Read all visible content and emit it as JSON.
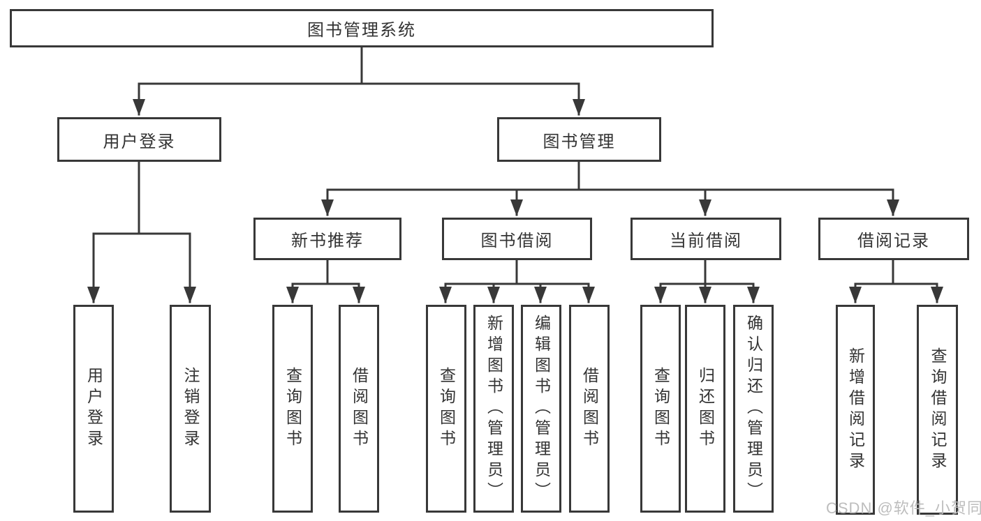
{
  "diagram": {
    "title_node": "图书管理系统",
    "tree": {
      "label": "图书管理系统",
      "children": [
        {
          "label": "用户登录",
          "children": [
            {
              "label": "用户登录"
            },
            {
              "label": "注销登录"
            }
          ]
        },
        {
          "label": "图书管理",
          "children": [
            {
              "label": "新书推荐",
              "children": [
                {
                  "label": "查询图书"
                },
                {
                  "label": "借阅图书"
                }
              ]
            },
            {
              "label": "图书借阅",
              "children": [
                {
                  "label": "查询图书"
                },
                {
                  "label": "新增图书（管理员）"
                },
                {
                  "label": "编辑图书（管理员）"
                },
                {
                  "label": "借阅图书"
                }
              ]
            },
            {
              "label": "当前借阅",
              "children": [
                {
                  "label": "查询图书"
                },
                {
                  "label": "归还图书"
                },
                {
                  "label": "确认归还（管理员）"
                }
              ]
            },
            {
              "label": "借阅记录",
              "children": [
                {
                  "label": "新增借阅记录"
                },
                {
                  "label": "查询借阅记录"
                }
              ]
            }
          ]
        }
      ]
    },
    "watermark": "CSDN @软件_小贺同学",
    "colors": {
      "line": "#383838",
      "text": "#333333",
      "watermark": "#b9b9b9",
      "background": "#ffffff"
    }
  }
}
